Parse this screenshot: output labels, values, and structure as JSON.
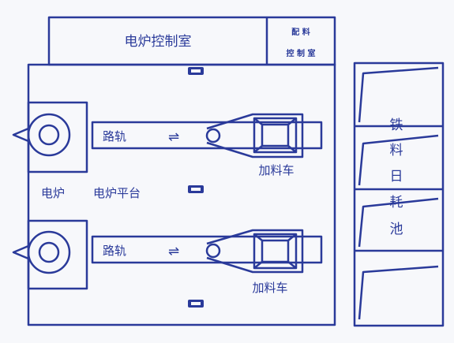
{
  "colors": {
    "line": "#2a3a9a",
    "background": "#f7f8fb"
  },
  "labels": {
    "furnace_control_room": "电炉控制室",
    "batching_control_room_line1": "配 料",
    "batching_control_room_line2": "控 制 室",
    "furnace": "电炉",
    "furnace_platform": "电炉平台",
    "rail_top": "路轨",
    "rail_bottom": "路轨",
    "charging_car_top": "加料车",
    "charging_car_bottom": "加料车",
    "tank_chars": [
      "铁",
      "料",
      "日",
      "耗",
      "池"
    ],
    "direction_symbol": "⇌"
  }
}
